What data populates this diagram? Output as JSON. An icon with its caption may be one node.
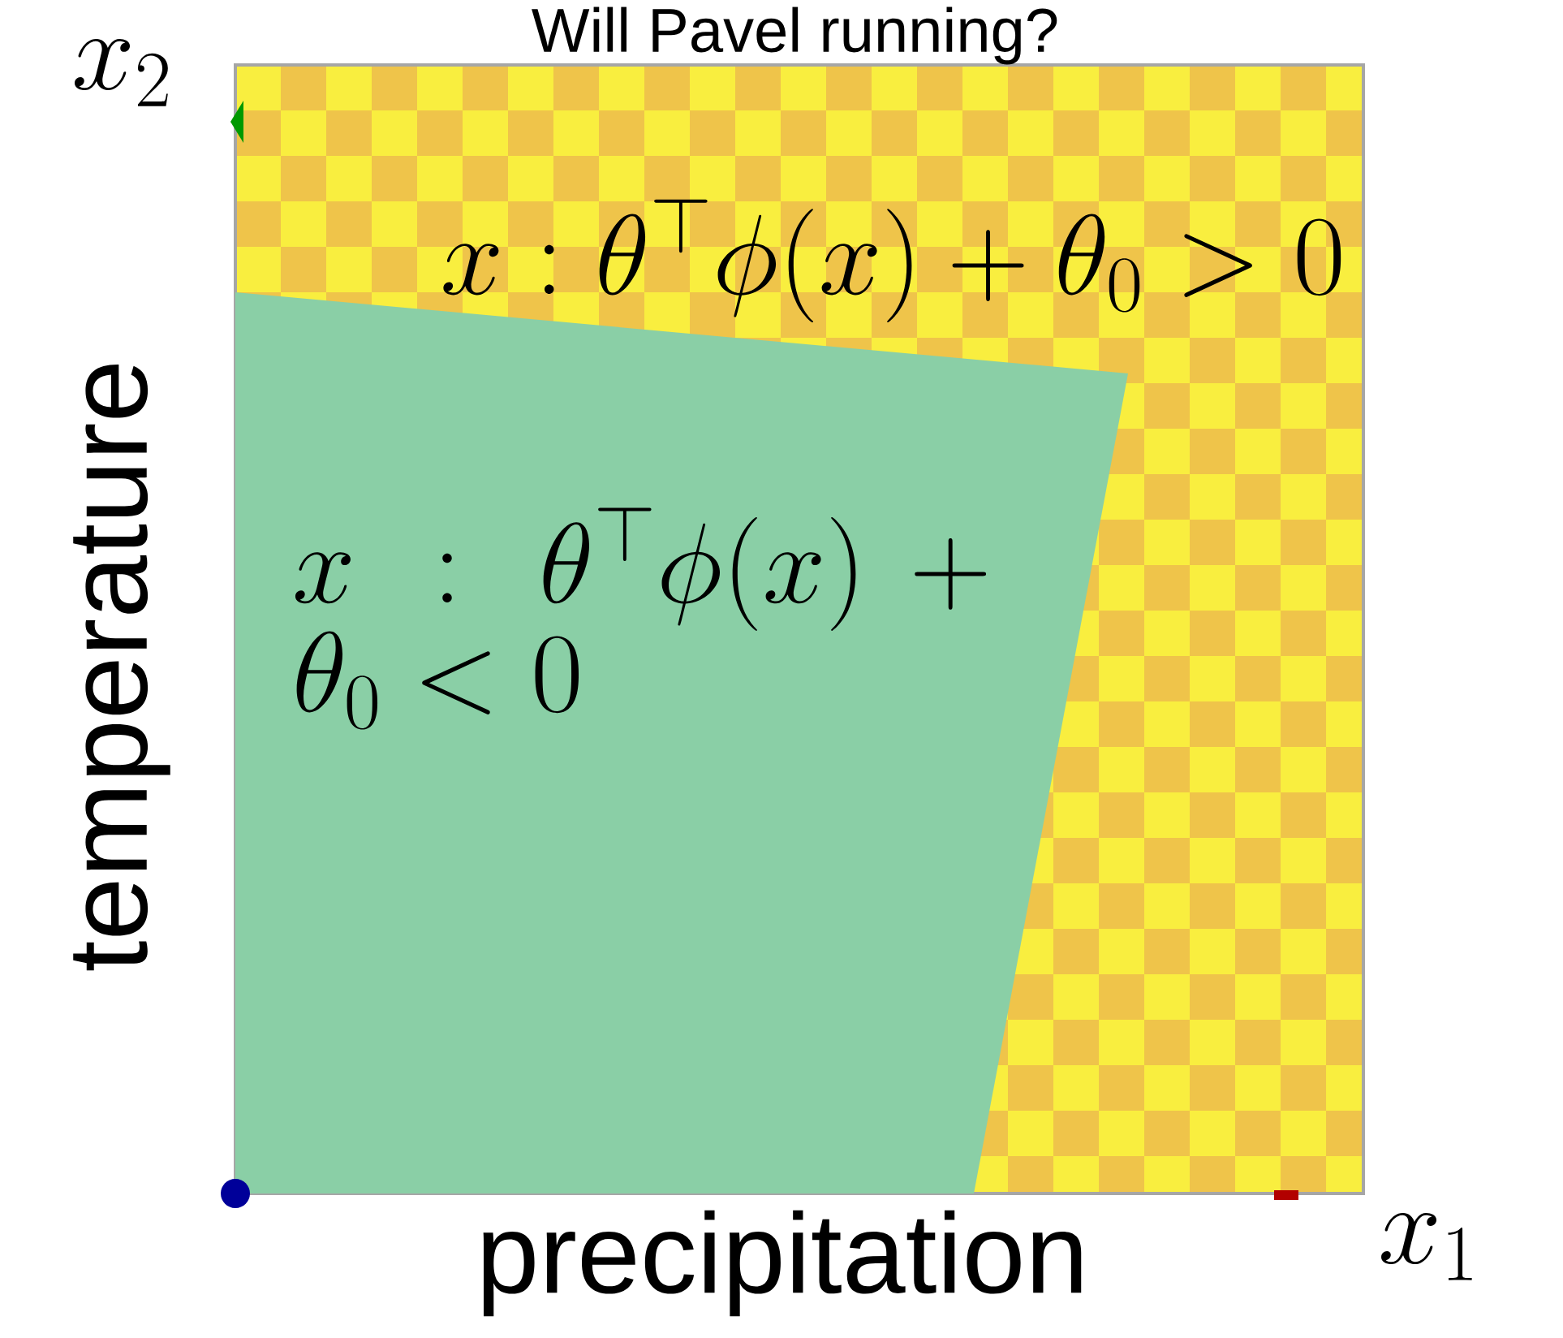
{
  "diagram": {
    "title": "Will Pavel running?",
    "nodes": [
      {
        "text": [
          "x : \\theta^\\top \\phi(x) + \\theta_0 > 0"
        ]
      },
      {
        "text": [
          "x : \\theta^\\top \\phi(x) + \\theta_0 < 0"
        ],
        "in": 0
      }
    ],
    "labels": [
      "x_2",
      "temperature",
      "precipitation",
      "x_1"
    ]
  }
}
